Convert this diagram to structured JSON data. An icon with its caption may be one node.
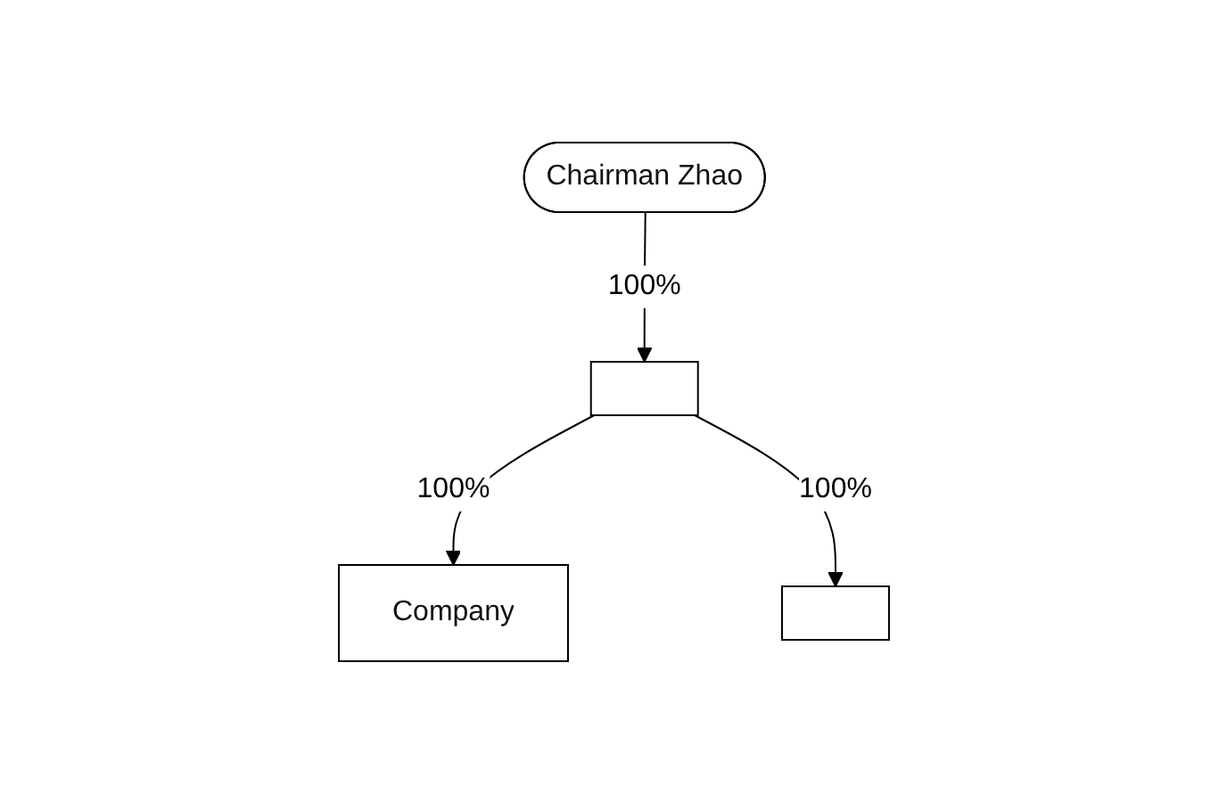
{
  "diagram": {
    "nodes": [
      {
        "text": [
          "Chairman Zhao"
        ]
      },
      {
        "text": [],
        "shape": "box"
      },
      {
        "text": [
          "Company"
        ]
      },
      {
        "text": [],
        "shape": "box"
      }
    ],
    "edges": [
      {
        "from": 0,
        "to": 1,
        "arrow": "to",
        "label": "100%"
      },
      {
        "from": 1,
        "to": 2,
        "arrow": "to",
        "label": "100%"
      },
      {
        "from": 1,
        "to": 3,
        "arrow": "to",
        "label": "100%"
      }
    ]
  }
}
